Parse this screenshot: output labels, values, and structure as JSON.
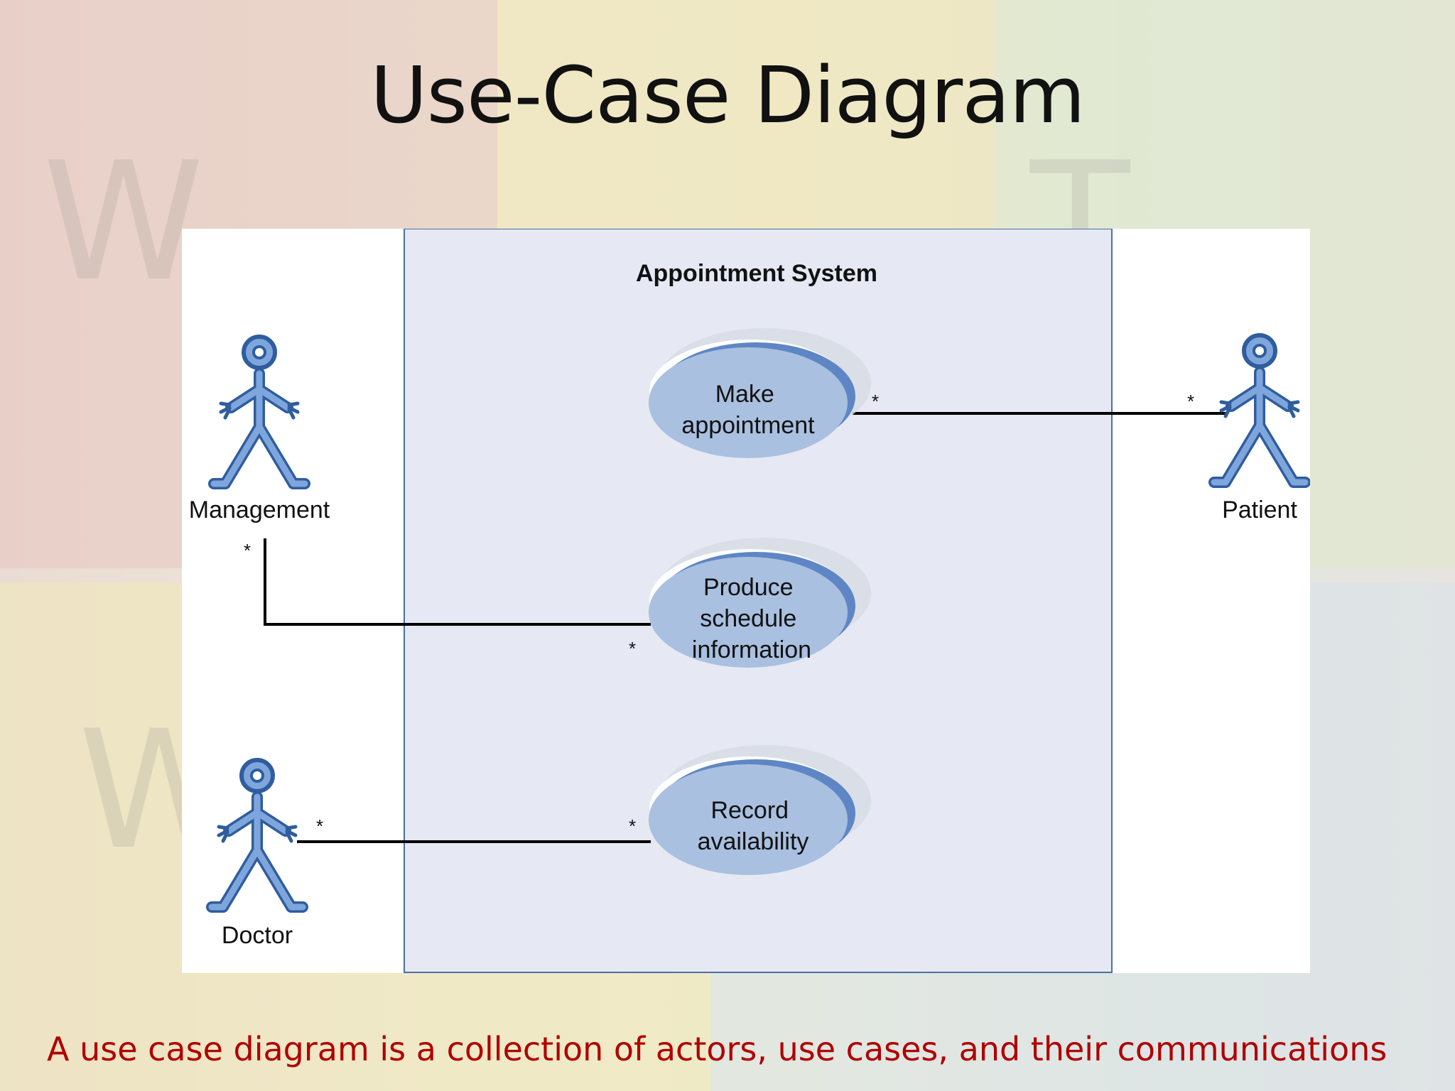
{
  "slide": {
    "title": "Use-Case Diagram",
    "caption": "A use case diagram is a collection of actors, use cases, and their communications"
  },
  "diagram": {
    "system_name": "Appointment System",
    "actors": {
      "management": "Management",
      "patient": "Patient",
      "doctor": "Doctor"
    },
    "use_cases": {
      "make_appointment": [
        "Make",
        "appointment"
      ],
      "produce_schedule": [
        "Produce",
        "schedule",
        "information"
      ],
      "record_availability": [
        "Record",
        "availability"
      ]
    },
    "multiplicity": "*"
  },
  "colors": {
    "system_fill": "#e6e9f3",
    "system_border": "#4a6fa5",
    "use_case_fill": "#a9c0e0",
    "use_case_edge": "#5f86c4",
    "actor_body": "#5b88c8",
    "caption": "#b00000"
  }
}
